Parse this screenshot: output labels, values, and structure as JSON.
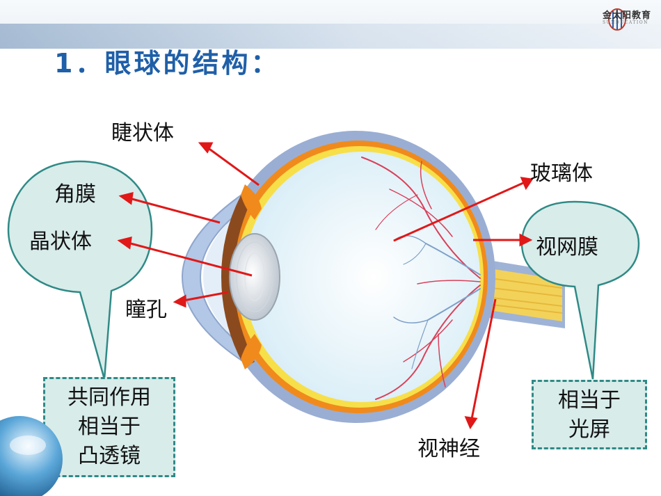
{
  "title": "1．眼球的结构：",
  "logo": {
    "name": "金太阳教育",
    "sub": "SUNDUCATION"
  },
  "labels": {
    "ciliary_body": "睫状体",
    "cornea": "角膜",
    "lens": "晶状体",
    "pupil": "瞳孔",
    "vitreous": "玻璃体",
    "retina": "视网膜",
    "optic_nerve": "视神经"
  },
  "notes": {
    "left": [
      "共同作用",
      "相当于",
      "凸透镜"
    ],
    "right": [
      "相当于",
      "光屏"
    ]
  },
  "colors": {
    "title": "#1f5fa8",
    "arrow": "#e01818",
    "bubble_fill": "#d8ecea",
    "bubble_stroke": "#2f8a86"
  }
}
